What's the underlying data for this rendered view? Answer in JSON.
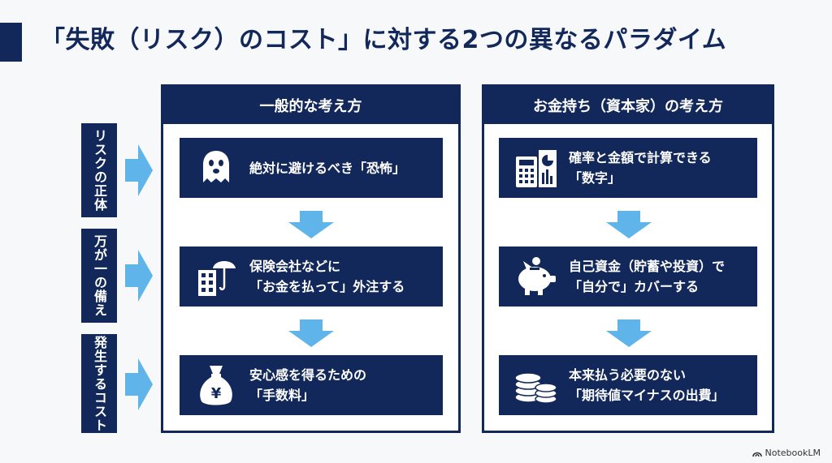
{
  "title": "「失敗（リスク）のコスト」に対する2つの異なるパラダイム",
  "row_labels": [
    "リスクの正体",
    "万が一の備え",
    "発生するコスト"
  ],
  "columns": [
    {
      "header": "一般的な考え方",
      "cards": [
        {
          "icon": "ghost-icon",
          "lines": [
            "絶対に避けるべき「恐怖」"
          ]
        },
        {
          "icon": "building-umbrella-icon",
          "lines": [
            "保険会社などに",
            "「お金を払って」外注する"
          ]
        },
        {
          "icon": "money-bag-yen-icon",
          "lines": [
            "安心感を得るための",
            "「手数料」"
          ]
        }
      ]
    },
    {
      "header": "お金持ち（資本家）の考え方",
      "cards": [
        {
          "icon": "calculator-chart-icon",
          "lines": [
            "確率と金額で計算できる",
            "「数字」"
          ]
        },
        {
          "icon": "piggy-bank-icon",
          "lines": [
            "自己資金（貯蓄や投資）で",
            "「自分で」カバーする"
          ]
        },
        {
          "icon": "coin-stack-icon",
          "lines": [
            "本来払う必要のない",
            "「期待値マイナスの出費」"
          ]
        }
      ]
    }
  ],
  "brand": "NotebookLM",
  "colors": {
    "navy": "#13285a",
    "arrow": "#5fb4ea",
    "background": "#f7f8fa"
  }
}
